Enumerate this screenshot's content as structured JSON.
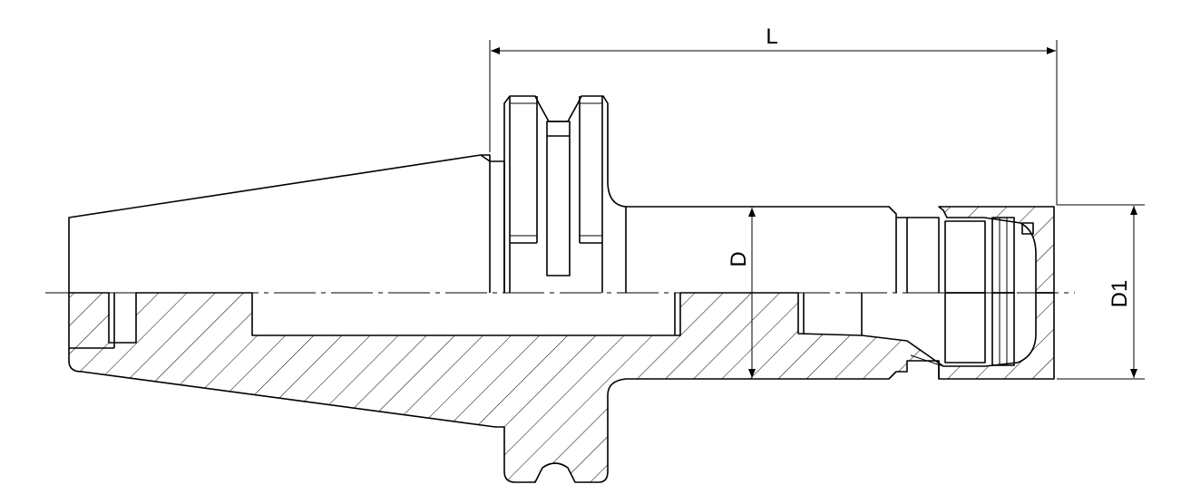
{
  "dimensions": {
    "length_label": "L",
    "shank_diameter_label": "D",
    "nut_diameter_label": "D1"
  }
}
